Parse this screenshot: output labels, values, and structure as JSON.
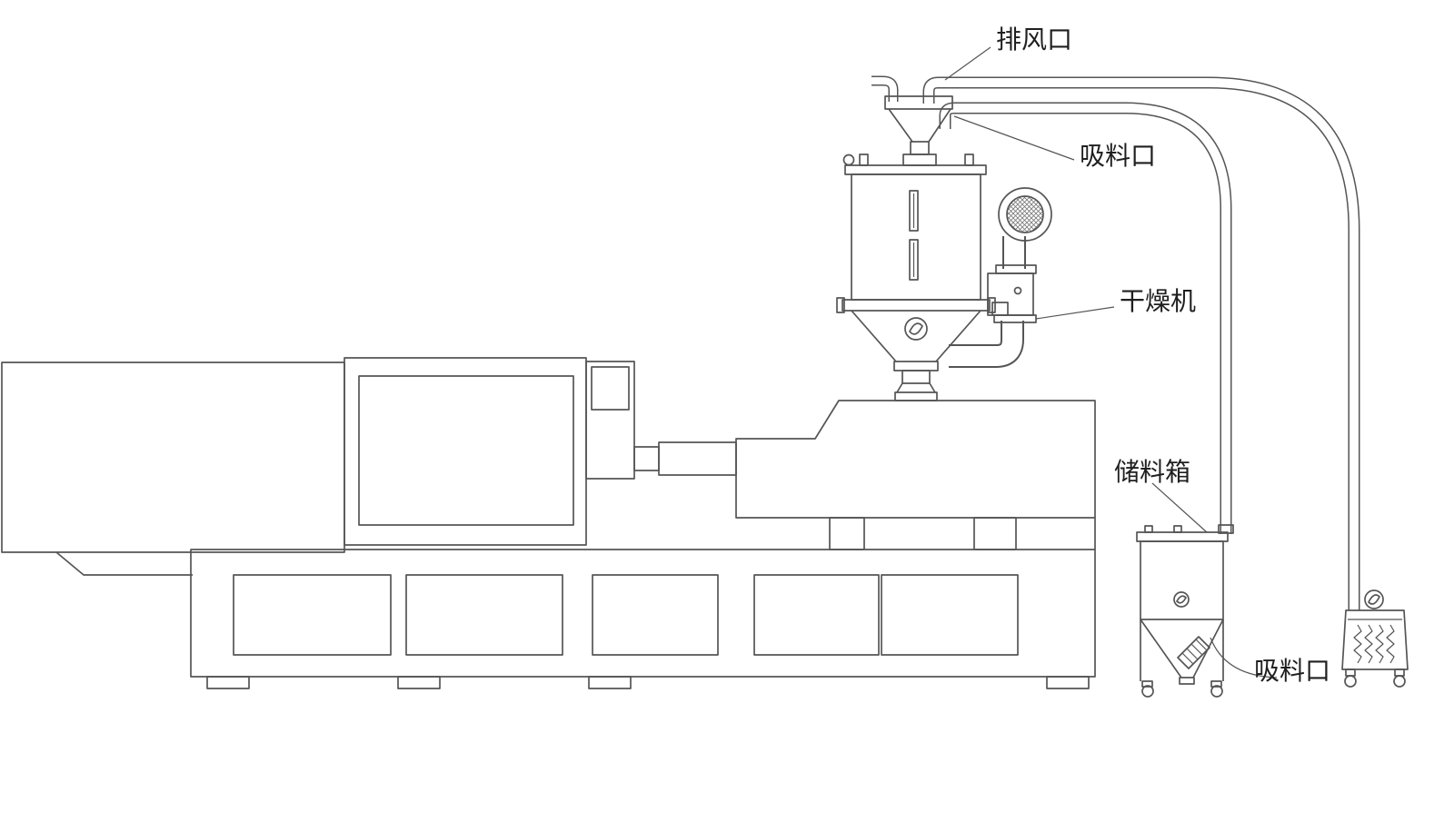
{
  "labels": {
    "exhaust_port": "排风口",
    "suction_inlet": "吸料口",
    "dryer": "干燥机",
    "storage_bin": "储料箱",
    "suction_pickup": "吸料口"
  },
  "colors": {
    "line": "#555555",
    "text": "#1f1f1f",
    "background": "#ffffff"
  }
}
